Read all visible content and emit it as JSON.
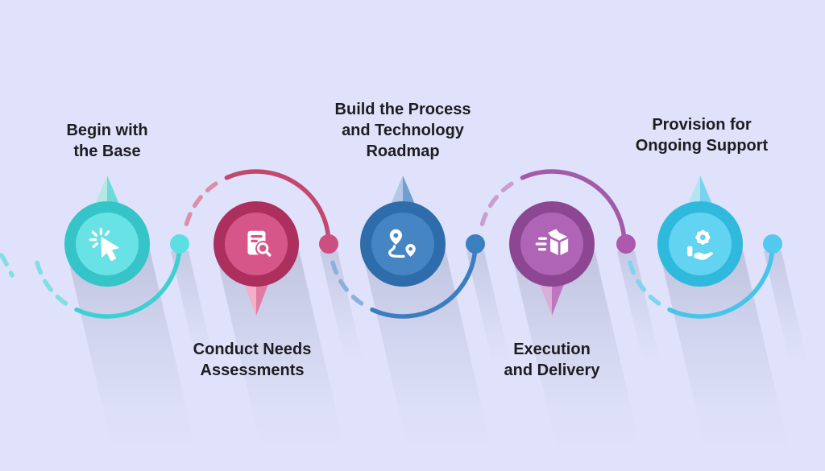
{
  "diagram": {
    "type": "process-flow-infographic",
    "background_color": "#dfe2fa",
    "text_color": "#1d1d20",
    "steps": [
      {
        "index": 1,
        "title_lines": [
          "Begin with",
          "the Base"
        ],
        "icon": "cursor-click-icon",
        "colors": {
          "ring": "#35c4c8",
          "fill": "#68e2e5",
          "dot": "#5cdfe2",
          "arc": "#3fcfd3",
          "arc_dash": "#7fe0e3",
          "spike_light": "#b4e8e3",
          "spike_dark": "#6fd8d9"
        }
      },
      {
        "index": 2,
        "title_lines": [
          "Conduct Needs",
          "Assessments"
        ],
        "icon": "document-search-icon",
        "colors": {
          "ring": "#ac2f5e",
          "fill": "#d75689",
          "dot": "#cb4f80",
          "arc": "#c2486f",
          "arc_dash": "#db8fa9",
          "spike_light": "#f2afc7",
          "spike_dark": "#e27ba4"
        }
      },
      {
        "index": 3,
        "title_lines": [
          "Build the Process",
          "and Technology",
          "Roadmap"
        ],
        "icon": "route-map-icon",
        "colors": {
          "ring": "#2f6cab",
          "fill": "#4585c4",
          "dot": "#3c7fc1",
          "arc": "#3b7ec0",
          "arc_dash": "#8cb0dc",
          "spike_light": "#b3c8e4",
          "spike_dark": "#6f9ed2"
        }
      },
      {
        "index": 4,
        "title_lines": [
          "Execution",
          "and Delivery"
        ],
        "icon": "fast-delivery-icon",
        "colors": {
          "ring": "#8c4692",
          "fill": "#af64b5",
          "dot": "#ad58ae",
          "arc": "#a15ba8",
          "arc_dash": "#c99fd0",
          "spike_light": "#d9aed8",
          "spike_dark": "#bc77bf"
        }
      },
      {
        "index": 5,
        "title_lines": [
          "Provision for",
          "Ongoing Support"
        ],
        "icon": "gear-hand-icon",
        "colors": {
          "ring": "#2fb9dc",
          "fill": "#62d3f1",
          "dot": "#53c9ee",
          "arc": "#47c4e9",
          "arc_dash": "#7dd5ef",
          "spike_light": "#b5e3f3",
          "spike_dark": "#79d2ef"
        }
      }
    ]
  }
}
